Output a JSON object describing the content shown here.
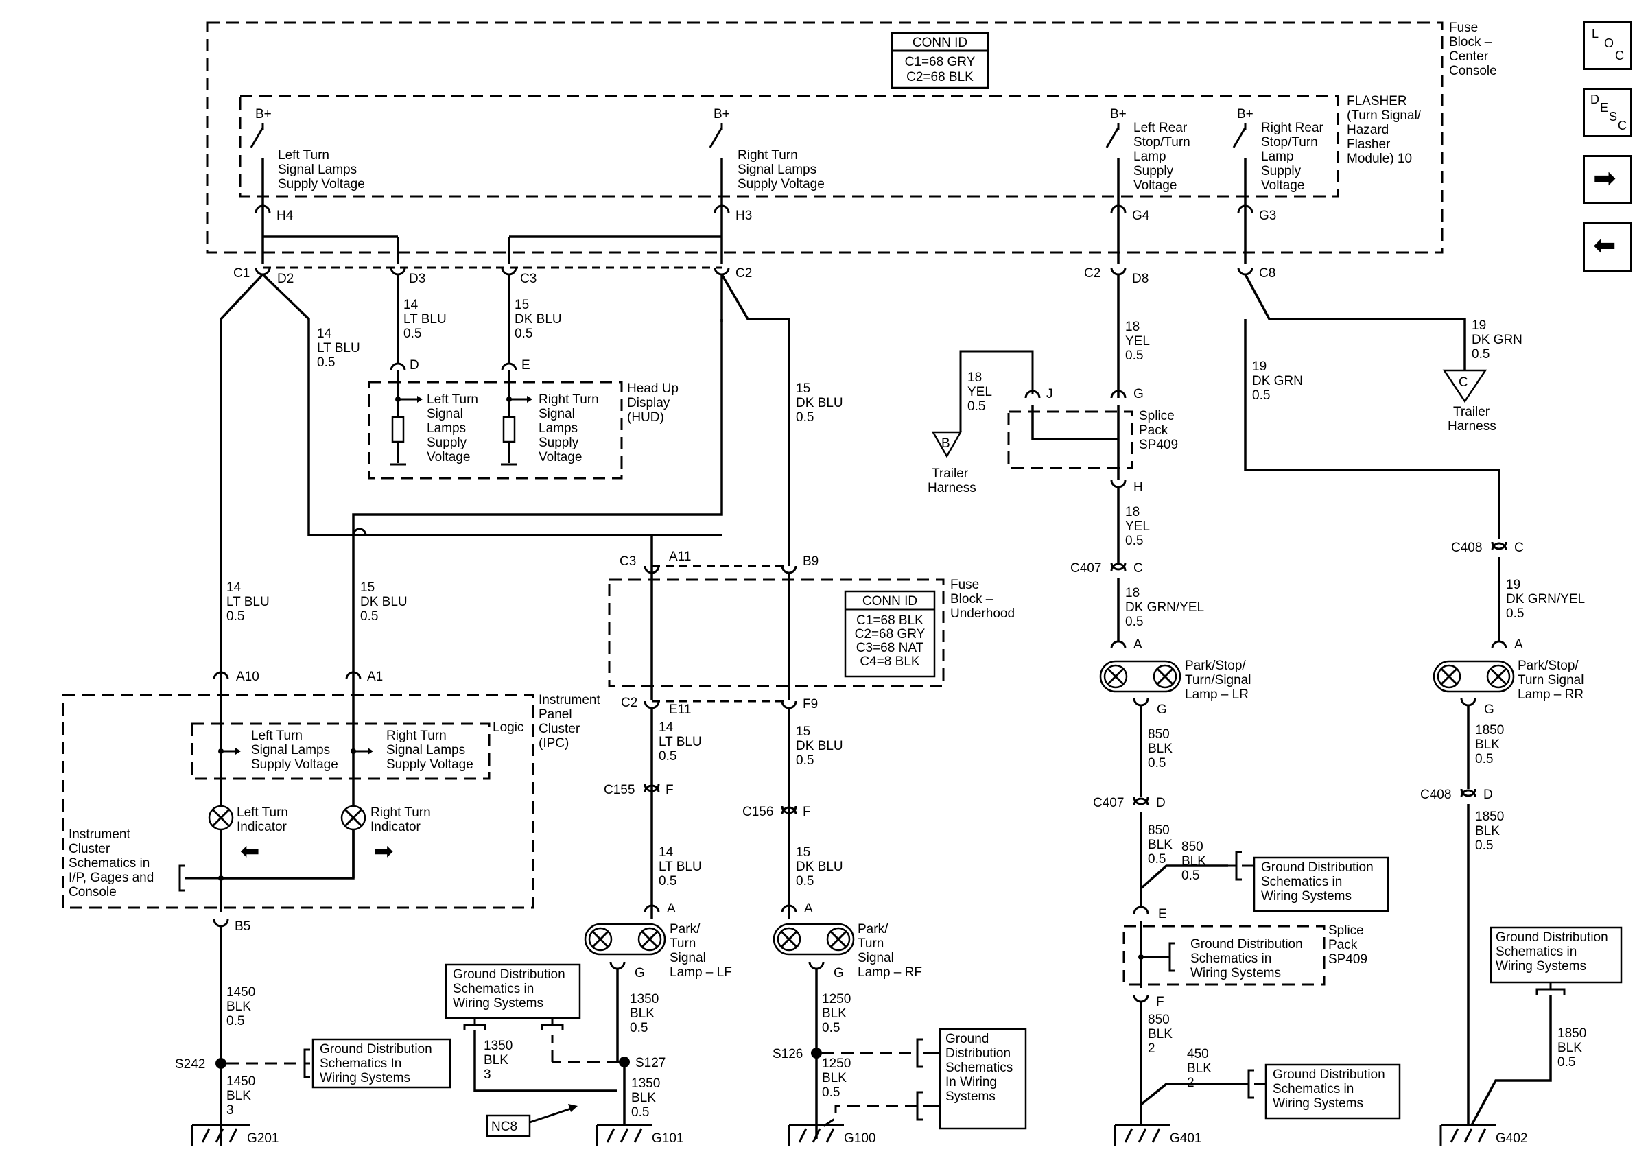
{
  "nav": {
    "loc": [
      "L",
      "O",
      "C"
    ],
    "desc": [
      "D",
      "E",
      "S",
      "C"
    ],
    "forward": "➡",
    "back": "⬅"
  },
  "fuse_center": {
    "title": [
      "Fuse",
      "Block –",
      "Center",
      "Console"
    ],
    "conn_id": [
      "CONN ID",
      "C1=68 GRY",
      "C2=68 BLK"
    ]
  },
  "flasher": {
    "title": [
      "FLASHER",
      "(Turn Signal/",
      "Hazard",
      "Flasher",
      "Module) 10"
    ],
    "bplus": "B+",
    "left_turn": [
      "Left Turn",
      "Signal Lamps",
      "Supply Voltage"
    ],
    "right_turn": [
      "Right Turn",
      "Signal Lamps",
      "Supply Voltage"
    ],
    "left_rear": [
      "Left Rear",
      "Stop/Turn",
      "Lamp",
      "Supply",
      "Voltage"
    ],
    "right_rear": [
      "Right Rear",
      "Stop/Turn",
      "Lamp",
      "Supply",
      "Voltage"
    ]
  },
  "pins": {
    "h4": "H4",
    "h3": "H3",
    "g4": "G4",
    "g3": "G3",
    "c1": "C1",
    "d2": "D2",
    "d3": "D3",
    "c3": "C3",
    "c2": "C2",
    "c2b": "C2",
    "d8": "D8",
    "c8": "C8"
  },
  "hud": {
    "title": [
      "Head Up",
      "Display",
      "(HUD)"
    ],
    "pin_d": "D",
    "pin_e": "E",
    "left": [
      "Left Turn",
      "Signal",
      "Lamps",
      "Supply",
      "Voltage"
    ],
    "right": [
      "Right Turn",
      "Signal",
      "Lamps",
      "Supply",
      "Voltage"
    ]
  },
  "wires": {
    "w14lt_a": [
      "14",
      "LT BLU",
      "0.5"
    ],
    "w14lt_b": [
      "14",
      "LT BLU",
      "0.5"
    ],
    "w15dk_a": [
      "15",
      "DK BLU",
      "0.5"
    ],
    "w15dk_b": [
      "15",
      "DK BLU",
      "0.5"
    ],
    "w14lt_c": [
      "14",
      "LT BLU",
      "0.5"
    ],
    "w15dk_c": [
      "15",
      "DK BLU",
      "0.5"
    ],
    "w14lt_d": [
      "14",
      "LT BLU",
      "0.5"
    ],
    "w15dk_d": [
      "15",
      "DK BLU",
      "0.5"
    ],
    "w14lt_e": [
      "14",
      "LT BLU",
      "0.5"
    ],
    "w15dk_e": [
      "15",
      "DK BLU",
      "0.5"
    ],
    "w18y_a": [
      "18",
      "YEL",
      "0.5"
    ],
    "w18y_b": [
      "18",
      "YEL",
      "0.5"
    ],
    "w18y_c": [
      "18",
      "YEL",
      "0.5"
    ],
    "w18dkgy": [
      "18",
      "DK GRN/YEL",
      "0.5"
    ],
    "w19dkg_a": [
      "19",
      "DK GRN",
      "0.5"
    ],
    "w19dkg_b": [
      "19",
      "DK GRN",
      "0.5"
    ],
    "w19dkgy": [
      "19",
      "DK GRN/YEL",
      "0.5"
    ],
    "w1450_a": [
      "1450",
      "BLK",
      "0.5"
    ],
    "w1450_b": [
      "1450",
      "BLK",
      "3"
    ],
    "w1350_a": [
      "1350",
      "BLK",
      "0.5"
    ],
    "w1350_b": [
      "1350",
      "BLK",
      "3"
    ],
    "w1350_c": [
      "1350",
      "BLK",
      "0.5"
    ],
    "w1250_a": [
      "1250",
      "BLK",
      "0.5"
    ],
    "w1250_b": [
      "1250",
      "BLK",
      "0.5"
    ],
    "w850_a": [
      "850",
      "BLK",
      "0.5"
    ],
    "w850_b": [
      "850",
      "BLK",
      "0.5"
    ],
    "w850_c": [
      "850",
      "BLK",
      "0.5"
    ],
    "w850_d": [
      "850",
      "BLK",
      "2"
    ],
    "w450": [
      "450",
      "BLK",
      "2"
    ],
    "w1850_a": [
      "1850",
      "BLK",
      "0.5"
    ],
    "w1850_b": [
      "1850",
      "BLK",
      "0.5"
    ],
    "w1850_c": [
      "1850",
      "BLK",
      "0.5"
    ]
  },
  "underhood": {
    "title": [
      "Fuse",
      "Block –",
      "Underhood"
    ],
    "conn_id": [
      "CONN ID",
      "C1=68 BLK",
      "C2=68 GRY",
      "C3=68 NAT",
      "C4=8 BLK"
    ],
    "c3": "C3",
    "a11": "A11",
    "b9": "B9",
    "c2": "C2",
    "e11": "E11",
    "f9": "F9"
  },
  "ipc": {
    "title": [
      "Instrument",
      "Panel",
      "Cluster",
      "(IPC)"
    ],
    "logic": "Logic",
    "a10": "A10",
    "a1": "A1",
    "b5": "B5",
    "left_supply": [
      "Left Turn",
      "Signal Lamps",
      "Supply Voltage"
    ],
    "right_supply": [
      "Right Turn",
      "Signal Lamps",
      "Supply Voltage"
    ],
    "left_ind": [
      "Left Turn",
      "Indicator"
    ],
    "right_ind": [
      "Right Turn",
      "Indicator"
    ],
    "schem_ref": [
      "Instrument",
      "Cluster",
      "Schematics in",
      "I/P, Gages and",
      "Console"
    ]
  },
  "connectors": {
    "c155": "C155",
    "c155p": "F",
    "c156": "C156",
    "c156p": "F",
    "c407a": "C407",
    "c407ap": "C",
    "c407b": "C407",
    "c407bp": "D",
    "c408a": "C408",
    "c408ap": "C",
    "c408b": "C408",
    "c408bp": "D"
  },
  "lamps": {
    "lf": [
      "Park/",
      "Turn",
      "Signal",
      "Lamp – LF"
    ],
    "rf": [
      "Park/",
      "Turn",
      "Signal",
      "Lamp – RF"
    ],
    "lr": [
      "Park/Stop/",
      "Turn/Signal",
      "Lamp – LR"
    ],
    "rr": [
      "Park/Stop/",
      "Turn Signal",
      "Lamp – RR"
    ],
    "pin_a": "A",
    "pin_g": "G"
  },
  "splice409": {
    "title": [
      "Splice",
      "Pack",
      "SP409"
    ],
    "j": "J",
    "g": "G",
    "h": "H",
    "e": "E",
    "f": "F"
  },
  "trailer": {
    "b": "B",
    "c": "C",
    "label": [
      "Trailer",
      "Harness"
    ]
  },
  "ground_ref": [
    "Ground Distribution",
    "Schematics in",
    "Wiring Systems"
  ],
  "ground_ref_s242": [
    "Ground Distribution",
    "Schematics In",
    "Wiring Systems"
  ],
  "ground_ref_s126": [
    "Ground",
    "Distribution",
    "Schematics",
    "In Wiring",
    "Systems"
  ],
  "splices": {
    "s242": "S242",
    "s127": "S127",
    "s126": "S126"
  },
  "nc8": "NC8",
  "grounds": {
    "g201": "G201",
    "g101": "G101",
    "g100": "G100",
    "g401": "G401",
    "g402": "G402"
  }
}
